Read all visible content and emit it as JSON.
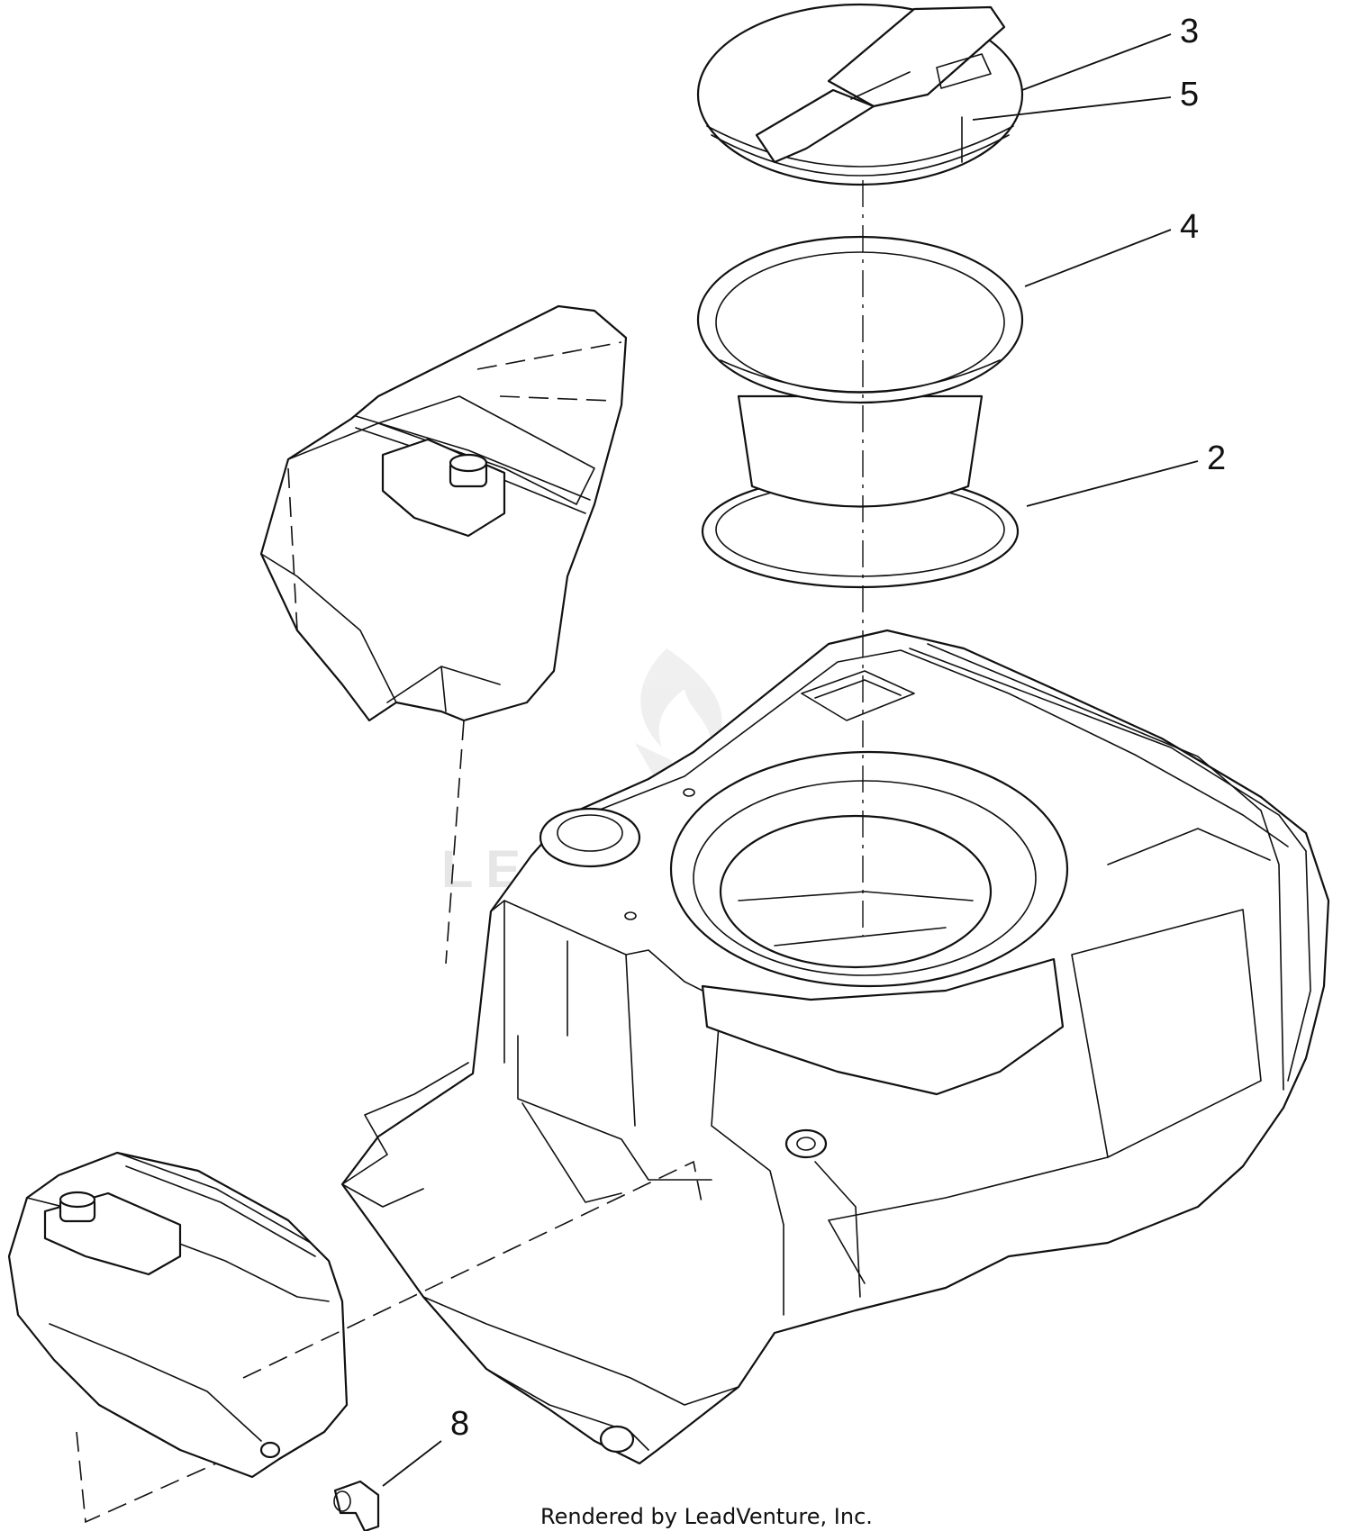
{
  "callouts": [
    {
      "id": "3",
      "label": "3"
    },
    {
      "id": "5",
      "label": "5"
    },
    {
      "id": "4",
      "label": "4"
    },
    {
      "id": "2",
      "label": "2"
    },
    {
      "id": "8",
      "label": "8"
    }
  ],
  "watermark": {
    "text": "LEADVENTURE"
  },
  "credit": "Rendered by LeadVenture, Inc.",
  "colors": {
    "line": "#111111",
    "background": "#ffffff",
    "watermark": "#e6e6e6"
  }
}
